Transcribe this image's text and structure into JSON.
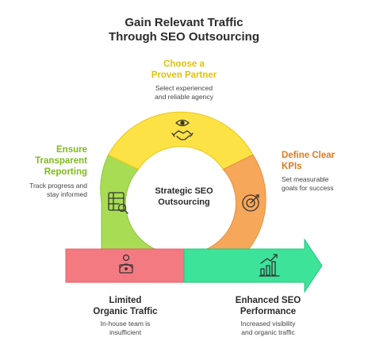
{
  "title": {
    "line1": "Gain Relevant Traffic",
    "line2": "Through SEO Outsourcing"
  },
  "center": {
    "line1": "Strategic SEO",
    "line2": "Outsourcing"
  },
  "steps": {
    "choose": {
      "heading_line1": "Choose a",
      "heading_line2": "Proven Partner",
      "desc_line1": "Select experienced",
      "desc_line2": "and reliable agency",
      "color": "#e8c800",
      "fill": "#fde245",
      "icon": "handshake-eye-icon"
    },
    "define": {
      "heading_line1": "Define Clear",
      "heading_line2": "KPIs",
      "desc_line1": "Set measurable",
      "desc_line2": "goals for success",
      "color": "#e07a1c",
      "fill": "#f6a75a",
      "icon": "target-icon"
    },
    "ensure": {
      "heading_line1": "Ensure",
      "heading_line2": "Transparent",
      "heading_line3": "Reporting",
      "desc_line1": "Track progress and",
      "desc_line2": "stay informed",
      "color": "#7dbb1a",
      "fill": "#a9dc55",
      "icon": "report-search-icon"
    },
    "limited": {
      "heading_line1": "Limited",
      "heading_line2": "Organic Traffic",
      "desc_line1": "In-house team is",
      "desc_line2": "insufficient",
      "color": "#333333",
      "fill": "#f47a82",
      "icon": "person-laptop-icon"
    },
    "enhanced": {
      "heading_line1": "Enhanced SEO",
      "heading_line2": "Performance",
      "desc_line1": "Increased visibility",
      "desc_line2": "and organic traffic",
      "color": "#333333",
      "fill": "#3ee39a",
      "icon": "bar-chart-growth-icon"
    }
  }
}
